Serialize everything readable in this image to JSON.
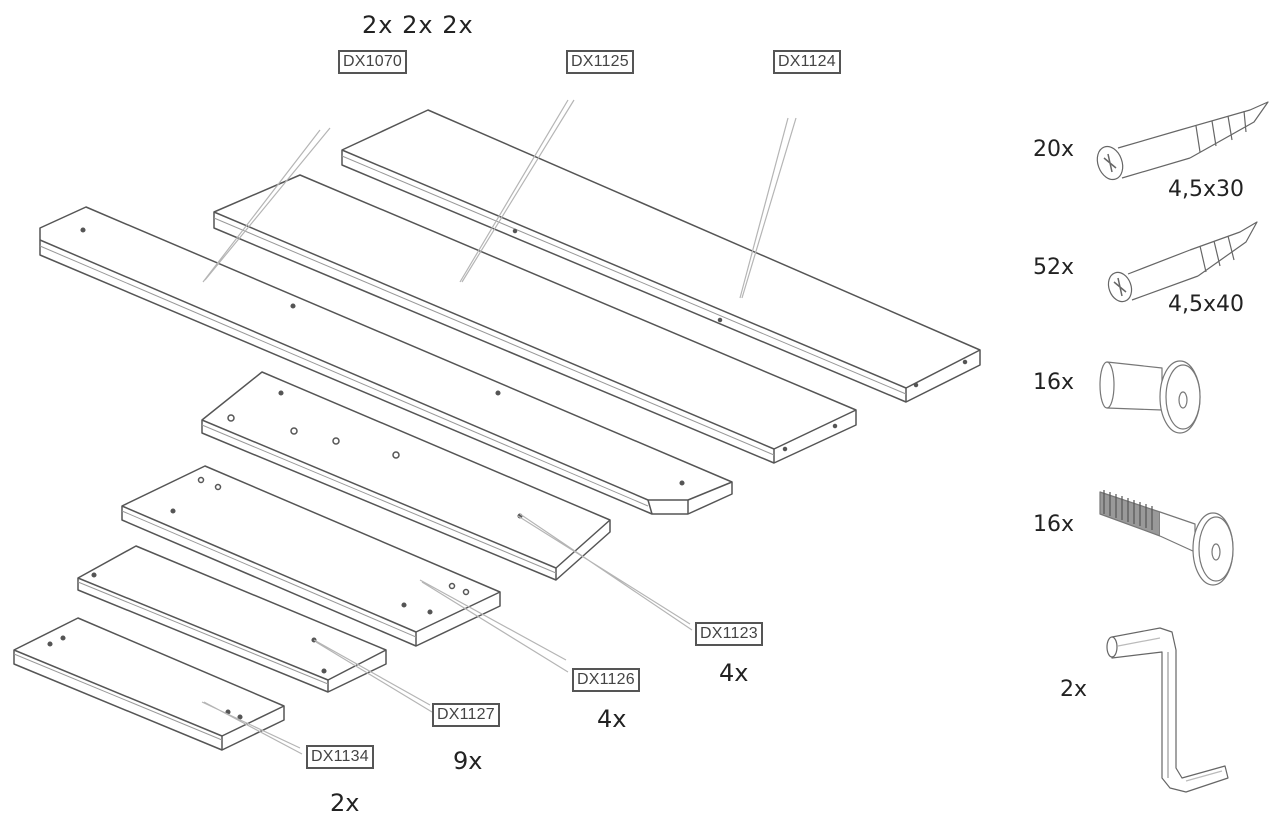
{
  "diagram": {
    "type": "parts-inventory",
    "top_quantities": "2x 2x 2x",
    "boards": [
      {
        "code": "DX1070",
        "qty": "2x"
      },
      {
        "code": "DX1125",
        "qty": "2x"
      },
      {
        "code": "DX1124",
        "qty": "2x"
      },
      {
        "code": "DX1123",
        "qty": "4x"
      },
      {
        "code": "DX1126",
        "qty": "4x"
      },
      {
        "code": "DX1127",
        "qty": "9x"
      },
      {
        "code": "DX1134",
        "qty": "2x"
      }
    ],
    "hardware": [
      {
        "item": "wood-screw",
        "qty": "20x",
        "size": "4,5x30"
      },
      {
        "item": "wood-screw",
        "qty": "52x",
        "size": "4,5x40"
      },
      {
        "item": "barrel-nut",
        "qty": "16x"
      },
      {
        "item": "allen-bolt",
        "qty": "16x"
      },
      {
        "item": "allen-key",
        "qty": "2x"
      }
    ],
    "colors": {
      "line": "#555555",
      "leader": "#bbbbbb",
      "text": "#222222"
    }
  }
}
